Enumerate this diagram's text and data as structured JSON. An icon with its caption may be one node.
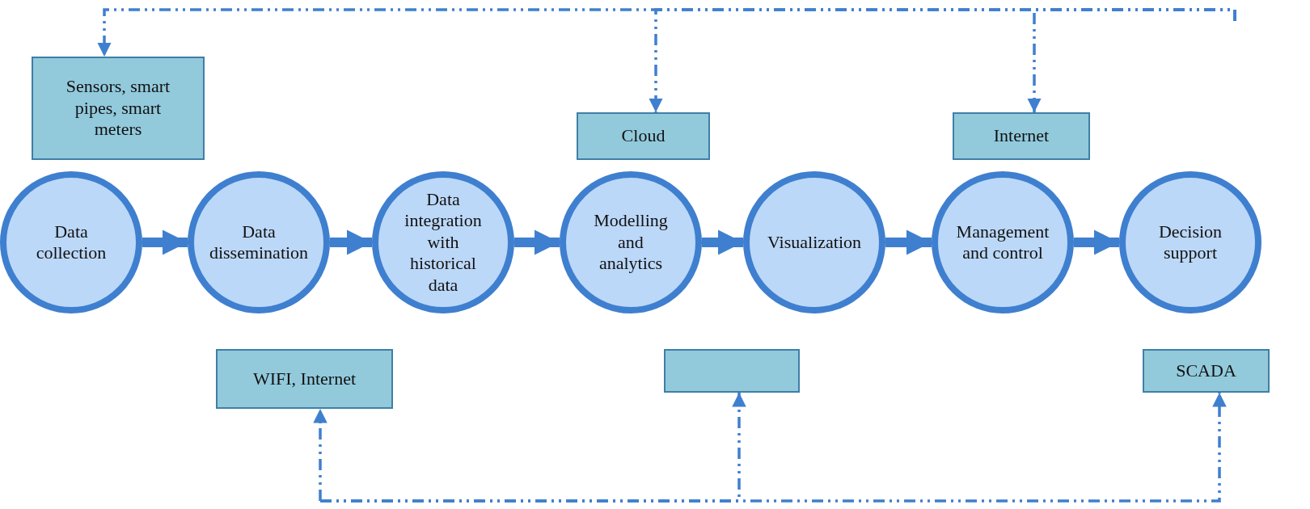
{
  "diagram": {
    "nodes": [
      {
        "text": [
          "Sensors, smart pipes, smart meters"
        ]
      },
      {
        "text": [
          "Cloud"
        ]
      },
      {
        "text": [
          "Internet"
        ]
      },
      {
        "text": [
          "Data collection"
        ]
      },
      {
        "text": [
          "Data dissemination"
        ]
      },
      {
        "text": [
          "Data integration with historical data"
        ]
      },
      {
        "text": [
          "Modelling and analytics"
        ]
      },
      {
        "text": [
          "Visualization"
        ]
      },
      {
        "text": [
          "Management and control"
        ]
      },
      {
        "text": [
          "Decision support"
        ]
      },
      {
        "text": [
          "WIFI, Internet"
        ]
      },
      {
        "text": [],
        "shape": "box"
      },
      {
        "text": [
          "SCADA"
        ]
      }
    ],
    "edges": [
      {
        "from": 3,
        "to": 4,
        "arrow": "to",
        "style": "thick"
      },
      {
        "from": 4,
        "to": 5,
        "arrow": "to",
        "style": "thick"
      },
      {
        "from": 5,
        "to": 6,
        "arrow": "to",
        "style": "thick"
      },
      {
        "from": 6,
        "to": 7,
        "arrow": "to",
        "style": "thick"
      },
      {
        "from": 7,
        "to": 8,
        "arrow": "to",
        "style": "thick"
      },
      {
        "from": 8,
        "to": 9,
        "arrow": "to",
        "style": "thick"
      },
      {
        "from": null,
        "to": 0,
        "arrow": "to",
        "style": "dashed"
      },
      {
        "from": null,
        "to": 1,
        "arrow": "to",
        "style": "dashed"
      },
      {
        "from": null,
        "to": 2,
        "arrow": "to",
        "style": "dashed"
      },
      {
        "from": null,
        "to": 10,
        "arrow": "to",
        "style": "dashed"
      },
      {
        "from": null,
        "to": 11,
        "arrow": "to",
        "style": "dashed"
      },
      {
        "from": null,
        "to": 12,
        "arrow": "to",
        "style": "dashed"
      }
    ]
  }
}
